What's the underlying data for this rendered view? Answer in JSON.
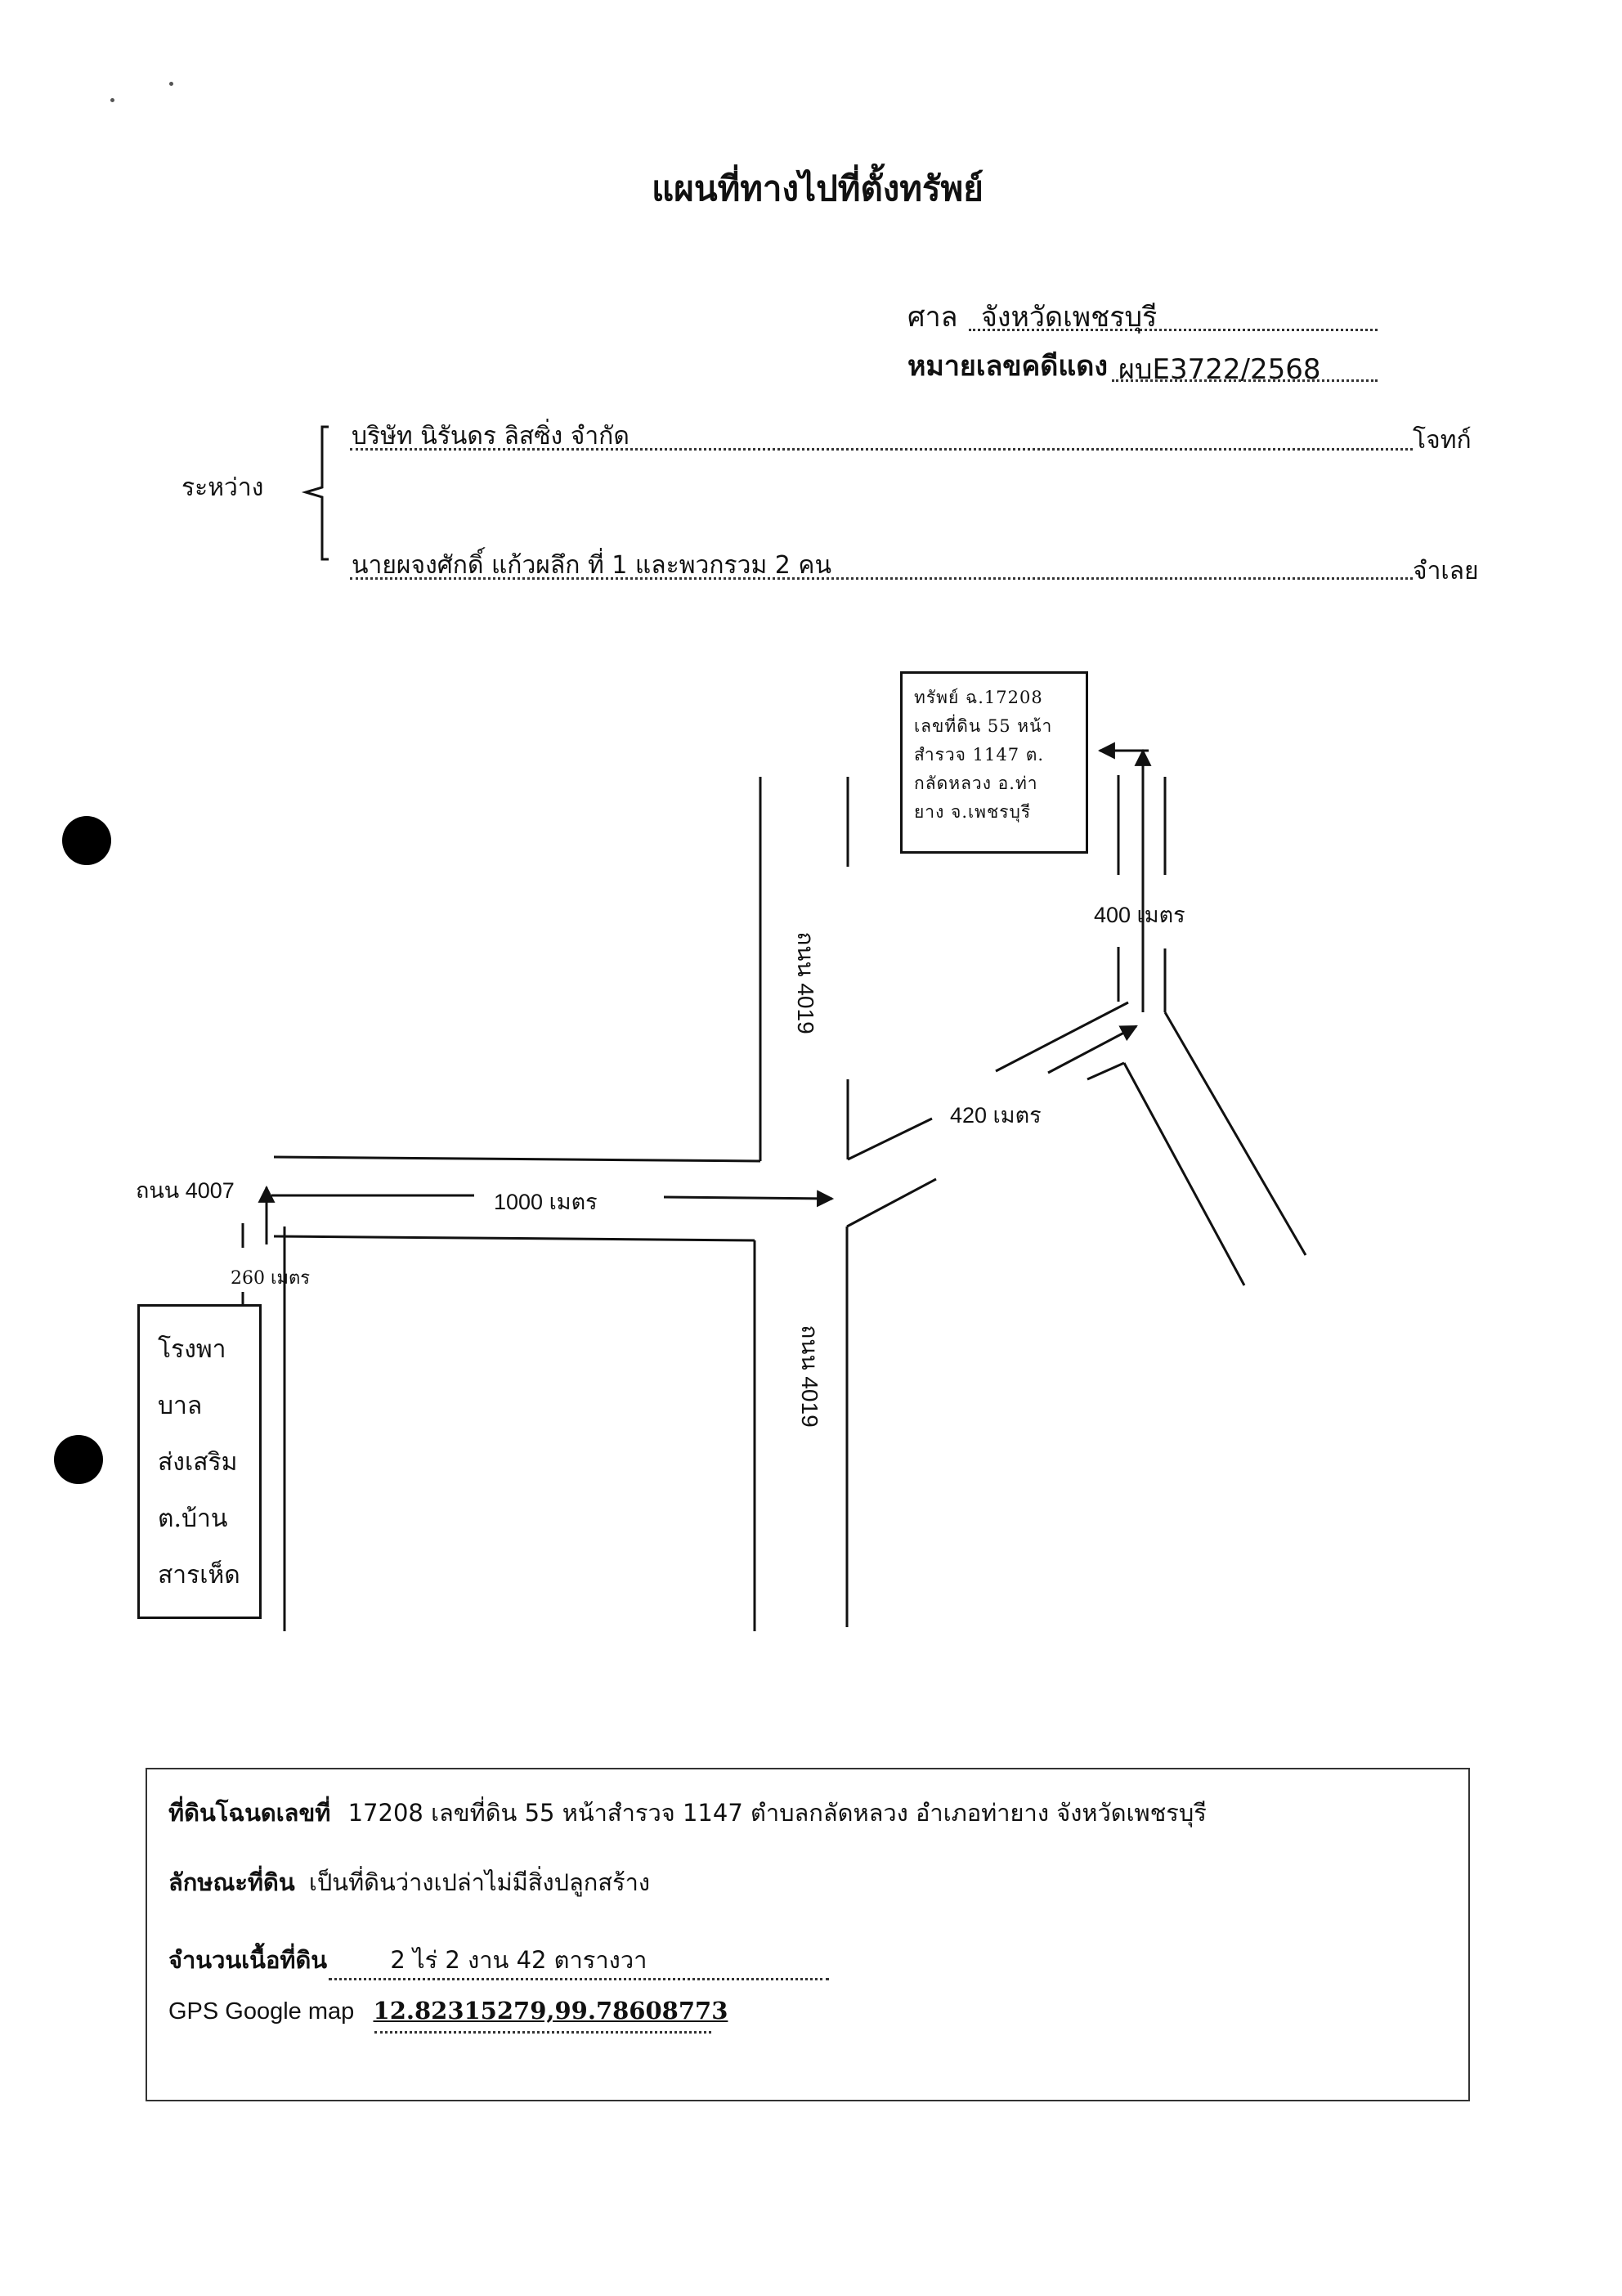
{
  "document": {
    "title": "แผนที่ทางไปที่ตั้งทรัพย์",
    "court_label": "ศาล",
    "court_value": "จังหวัดเพชรบุรี",
    "case_label": "หมายเลขคดีแดง",
    "case_value": "ผบE3722/2568",
    "between_label": "ระหว่าง",
    "plaintiff_name": "บริษัท นิรันดร ลิสซิ่ง จำกัด",
    "plaintiff_role": "โจทก์",
    "defendant_name": "นายผจงศักดิ์ แก้วผลึก ที่ 1 และพวกรวม 2 คน",
    "defendant_role": "จำเลย"
  },
  "map": {
    "property_box_lines": [
      "ทรัพย์ ฉ.17208",
      "เลขที่ดิน 55 หน้า",
      "สำรวจ 1147 ต.",
      "กลัดหลวง อ.ท่า",
      "ยาง จ.เพชรบุรี"
    ],
    "hospital_box_lines": [
      "โรงพา",
      "บาล",
      "ส่งเสริม",
      "ต.บ้าน",
      "สารเห็ด"
    ],
    "road_4007_label": "ถนน 4007",
    "road_4019_upper_label": "ถนน 4019",
    "road_4019_lower_label": "ถนน 4019",
    "distance_260": "260 เมตร",
    "distance_1000": "1000 เมตร",
    "distance_420": "420 เมตร",
    "distance_400": "400 เมตร"
  },
  "info": {
    "deed_label": "ที่ดินโฉนดเลขที่",
    "deed_value": "17208 เลขที่ดิน 55  หน้าสำรวจ 1147  ตำบลกลัดหลวง  อำเภอท่ายาง จังหวัดเพชรบุรี",
    "nature_label": "ลักษณะที่ดิน",
    "nature_value": "เป็นที่ดินว่างเปล่าไม่มีสิ่งปลูกสร้าง",
    "area_label": "จำนวนเนื้อที่ดิน",
    "area_value": "2 ไร่ 2 งาน 42 ตารางวา",
    "gps_label": "GPS Google map",
    "gps_value": "12.82315279,99.78608773"
  }
}
